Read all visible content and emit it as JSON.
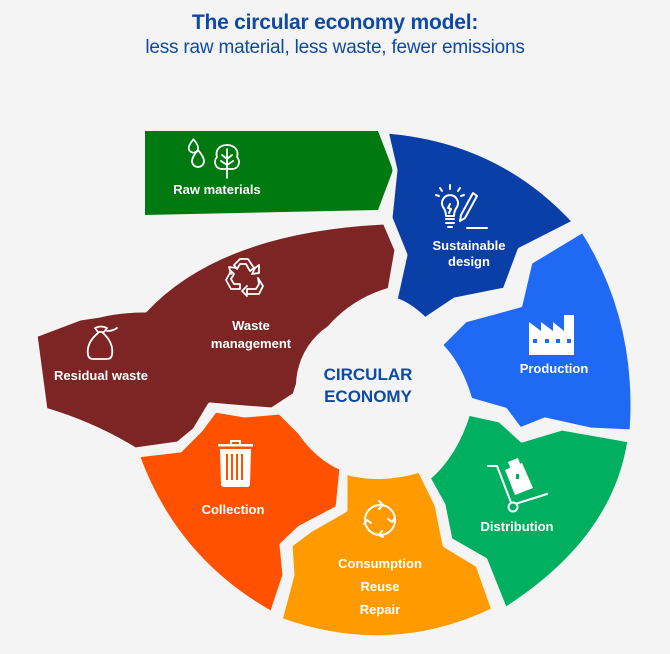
{
  "header": {
    "title": "The circular economy model:",
    "subtitle": "less raw material, less waste, fewer emissions"
  },
  "center": {
    "line1": "CIRCULAR",
    "line2": "ECONOMY"
  },
  "segments": [
    {
      "id": "raw-materials",
      "label": "Raw materials",
      "icon": "drops-tree-icon",
      "color": "#007a10"
    },
    {
      "id": "sustainable-design",
      "line1": "Sustainable",
      "line2": "design",
      "icon": "lightbulb-pencil-icon",
      "color": "#0a3fa8"
    },
    {
      "id": "production",
      "label": "Production",
      "icon": "factory-icon",
      "color": "#1f69f5"
    },
    {
      "id": "distribution",
      "label": "Distribution",
      "icon": "hand-truck-icon",
      "color": "#00b060"
    },
    {
      "id": "consumption",
      "line1": "Consumption",
      "line2": "Reuse",
      "line3": "Repair",
      "icon": "cycle-arrows-icon",
      "color": "#ff9a00"
    },
    {
      "id": "collection",
      "label": "Collection",
      "icon": "trash-bin-icon",
      "color": "#ff5100"
    },
    {
      "id": "waste-management",
      "line1": "Waste",
      "line2": "management",
      "icon": "recycle-icon",
      "color": "#7d2424"
    },
    {
      "id": "residual-waste",
      "label": "Residual waste",
      "icon": "garbage-bag-icon",
      "color": "#7d2424"
    }
  ],
  "colors": {
    "background": "#f4f4f4",
    "title": "#0e4aa3"
  }
}
